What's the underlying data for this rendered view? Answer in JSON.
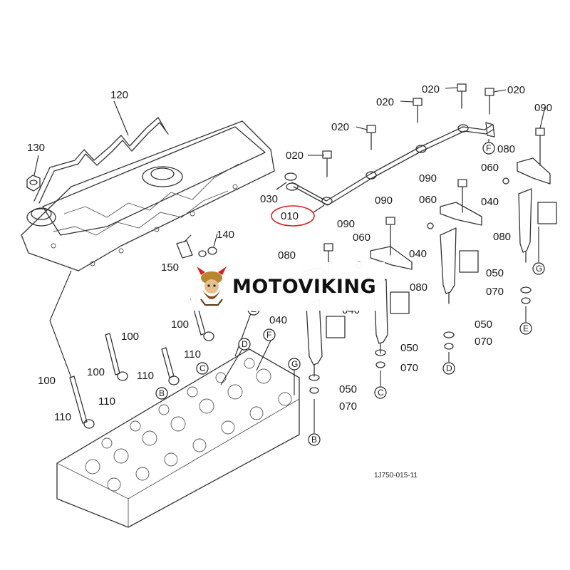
{
  "brand": {
    "name": "MOTOVIKING",
    "accent": "#d82020"
  },
  "diagram_code": "1J750-015-11",
  "part_labels": {
    "p010": "010",
    "p020": "020",
    "p030": "030",
    "p040": "040",
    "p050": "050",
    "p060": "060",
    "p070": "070",
    "p080": "080",
    "p090": "090",
    "p100": "100",
    "p110": "110",
    "p120": "120",
    "p130": "130",
    "p140": "140",
    "p150": "150"
  },
  "ref_letters": {
    "B": "B",
    "C": "C",
    "D": "D",
    "E": "E",
    "F": "F",
    "G": "G"
  },
  "highlighted_part": "010"
}
